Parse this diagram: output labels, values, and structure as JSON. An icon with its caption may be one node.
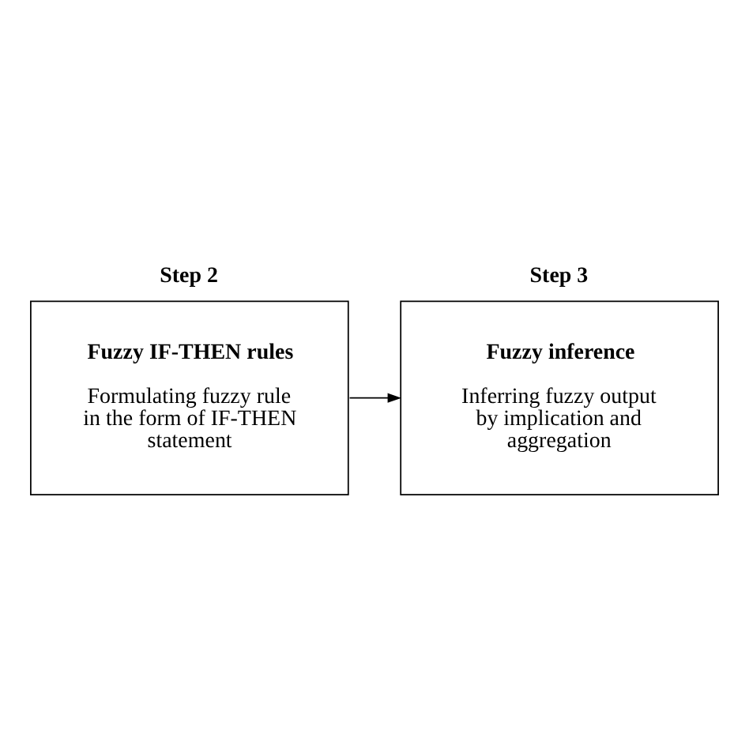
{
  "diagram": {
    "nodes": [
      {
        "text": [
          "Step 2",
          "Fuzzy IF-THEN rules",
          "Formulating fuzzy rule in the form of IF-THEN statement"
        ]
      },
      {
        "text": [
          "Step 3",
          "Fuzzy inference",
          "Inferring fuzzy output by implication and aggregation"
        ]
      }
    ],
    "edges": [
      {
        "from": 0,
        "to": 1,
        "arrow": "to"
      }
    ]
  }
}
